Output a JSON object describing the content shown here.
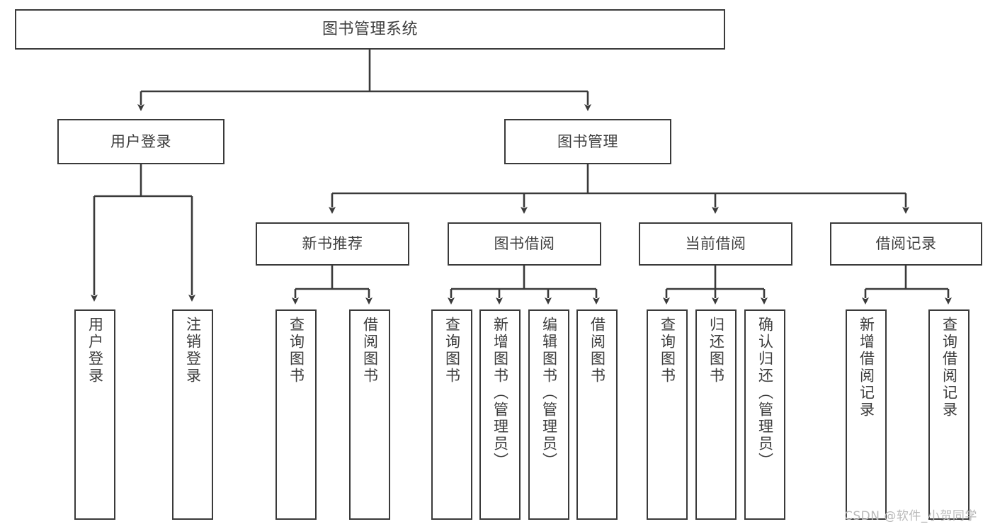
{
  "diagram": {
    "type": "tree-hierarchy",
    "title": "图书管理系统",
    "background_color": "#ffffff",
    "line_color": "#3a3a3a",
    "text_color": "#3d3d3d",
    "levels": 4,
    "nodes": {
      "root": {
        "label": "图书管理系统"
      },
      "level2": [
        {
          "label": "用户登录"
        },
        {
          "label": "图书管理"
        }
      ],
      "level3": [
        {
          "label": "新书推荐"
        },
        {
          "label": "图书借阅"
        },
        {
          "label": "当前借阅"
        },
        {
          "label": "借阅记录"
        }
      ],
      "leaves": {
        "user_login": [
          {
            "label": "用户登录"
          },
          {
            "label": "注销登录"
          }
        ],
        "new_book_recommend": [
          {
            "label": "查询图书"
          },
          {
            "label": "借阅图书"
          }
        ],
        "book_borrow": [
          {
            "label": "查询图书"
          },
          {
            "label": "新增图书（管理员）"
          },
          {
            "label": "编辑图书（管理员）"
          },
          {
            "label": "借阅图书"
          }
        ],
        "current_borrow": [
          {
            "label": "查询图书"
          },
          {
            "label": "归还图书"
          },
          {
            "label": "确认归还（管理员）"
          }
        ],
        "borrow_record": [
          {
            "label": "新增借阅记录"
          },
          {
            "label": "查询借阅记录"
          }
        ]
      }
    }
  },
  "watermark": {
    "text": "CSDN @软件_小贺同学"
  }
}
